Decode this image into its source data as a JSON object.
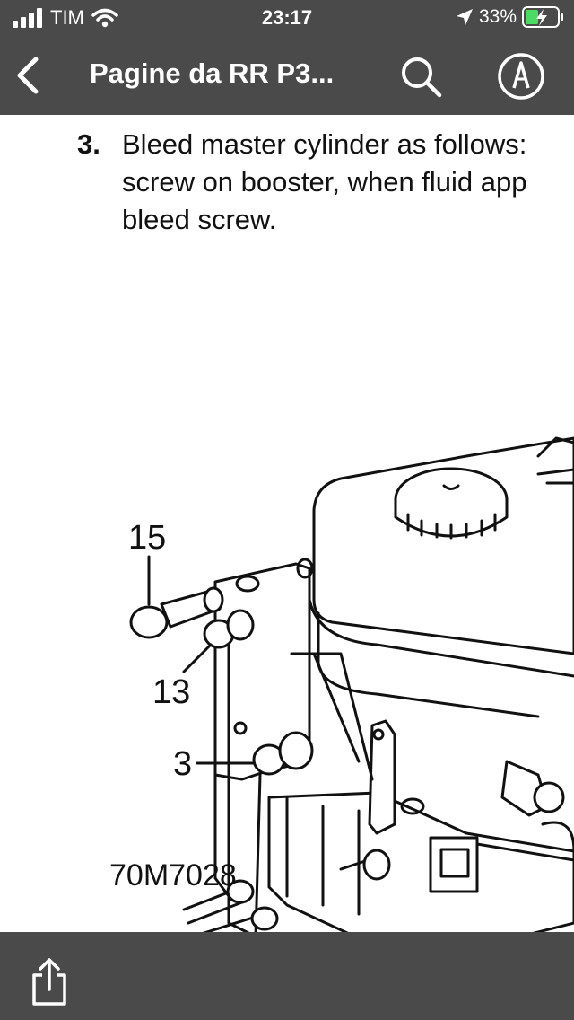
{
  "status_bar": {
    "carrier": "TIM",
    "time": "23:17",
    "battery_percent": "33%",
    "signal_icon": "signal-bars-icon",
    "wifi_icon": "wifi-icon",
    "location_icon": "location-arrow-icon",
    "battery_icon": "battery-charging-icon"
  },
  "nav_bar": {
    "title": "Pagine da RR P3...",
    "back_icon": "chevron-left-icon",
    "search_icon": "search-icon",
    "markup_icon": "markup-pen-icon"
  },
  "document": {
    "step_number": "3.",
    "step_lines": [
      "Bleed master cylinder as follows:",
      "screw on booster, when fluid app",
      "bleed screw."
    ],
    "callouts": [
      "15",
      "13",
      "3"
    ],
    "figure_code": "70M7028"
  },
  "toolbar": {
    "share_icon": "share-icon"
  },
  "colors": {
    "bar_background": "#4a4a4a",
    "bar_foreground": "#ffffff",
    "battery_charge": "#4cd964"
  }
}
